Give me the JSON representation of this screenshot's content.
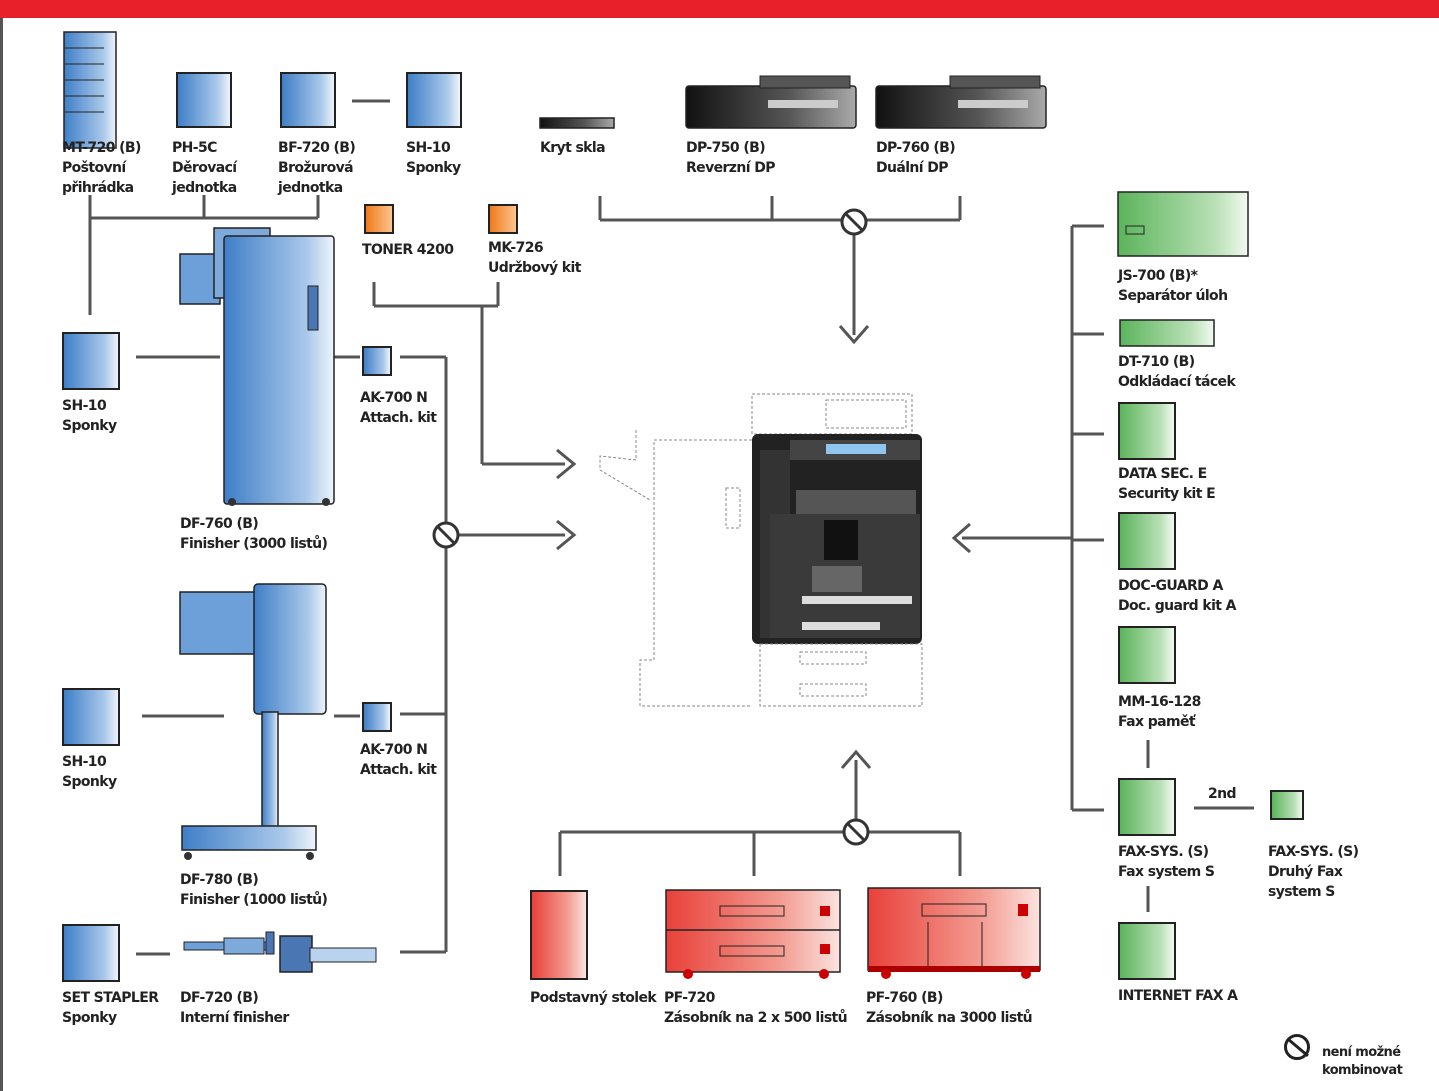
{
  "items": {
    "mt720": {
      "l1": "MT-720 (B)",
      "l2": "Poštovní",
      "l3": "přihrádka"
    },
    "ph5c": {
      "l1": "PH-5C",
      "l2": "Děrovací",
      "l3": "jednotka"
    },
    "bf720": {
      "l1": "BF-720 (B)",
      "l2": "Brožurová",
      "l3": "jednotka"
    },
    "sh10_top": {
      "l1": "SH-10",
      "l2": "Sponky"
    },
    "kryt": {
      "l1": "Kryt skla"
    },
    "dp750": {
      "l1": "DP-750 (B)",
      "l2": "Reverzní DP"
    },
    "dp760": {
      "l1": "DP-760 (B)",
      "l2": "Duální DP"
    },
    "toner": {
      "l1": "TONER 4200"
    },
    "mk726": {
      "l1": "MK-726",
      "l2": "Udržbový kit"
    },
    "sh10_mid": {
      "l1": "SH-10",
      "l2": "Sponky"
    },
    "ak700_1": {
      "l1": "AK-700 N",
      "l2": "Attach. kit"
    },
    "df760": {
      "l1": "DF-760 (B)",
      "l2": "Finisher (3000 listů)"
    },
    "sh10_low": {
      "l1": "SH-10",
      "l2": "Sponky"
    },
    "ak700_2": {
      "l1": "AK-700 N",
      "l2": "Attach. kit"
    },
    "df780": {
      "l1": "DF-780 (B)",
      "l2": "Finisher (1000 listů)"
    },
    "setstapler": {
      "l1": "SET STAPLER",
      "l2": "Sponky"
    },
    "df720": {
      "l1": "DF-720 (B)",
      "l2": "Interní finisher"
    },
    "podstavny": {
      "l1": "Podstavný stolek"
    },
    "pf720": {
      "l1": "PF-720",
      "l2": "Zásobník na 2 x 500 listů"
    },
    "pf760": {
      "l1": "PF-760 (B)",
      "l2": "Zásobník na 3000 listů"
    },
    "js700": {
      "l1": "JS-700 (B)*",
      "l2": "Separátor úloh"
    },
    "dt710": {
      "l1": "DT-710 (B)",
      "l2": "Odkládací tácek"
    },
    "datasec": {
      "l1": "DATA SEC. E",
      "l2": "Security kit E"
    },
    "docguard": {
      "l1": "DOC-GUARD A",
      "l2": "Doc. guard kit A"
    },
    "mm16": {
      "l1": "MM-16-128",
      "l2": "Fax paměť"
    },
    "faxsys": {
      "l1": "FAX-SYS. (S)",
      "l2": "Fax system S"
    },
    "faxsys2": {
      "l1": "FAX-SYS. (S)",
      "l2": "Druhý Fax",
      "l3": "system S"
    },
    "second": {
      "l1": "2nd"
    },
    "internetfax": {
      "l1": "INTERNET FAX A"
    }
  },
  "legend": {
    "l1": "není možné",
    "l2": "kombinovat"
  },
  "colors": {
    "brand_red": "#e8202a",
    "finisher_blue": "#3f7fc7",
    "option_green": "#5bb45b",
    "consumable_orange": "#f07a1c",
    "paper_red": "#e8413a"
  }
}
